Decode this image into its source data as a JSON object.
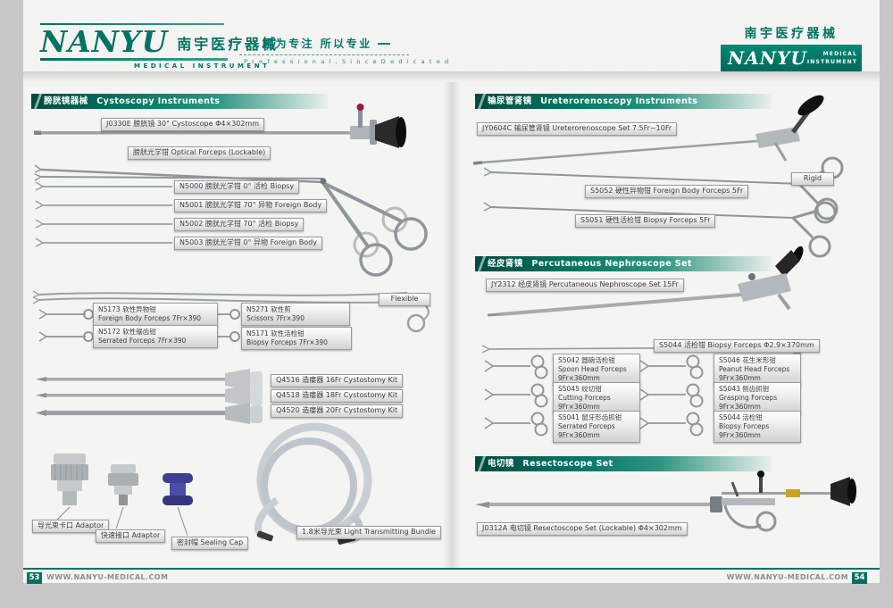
{
  "header": {
    "logo": {
      "name": "NANYU",
      "cn": "南宇医疗器械",
      "sub": "MEDICAL  INSTRUMENT"
    },
    "tagline": {
      "cn": "因为专注  所以专业",
      "en": "P r o f e s s i o n a l ,  S i n c e  D e d i c a t e d"
    },
    "brandblock": {
      "cn": "南宇医疗器械",
      "name": "NANYU",
      "sub1": "MEDICAL",
      "sub2": "INSTRUMENT"
    }
  },
  "left": {
    "section": {
      "cn": "膀胱镜器械",
      "en": "Cystoscopy Instruments"
    },
    "cystoscope_label": "J0330E 膀胱镜 30°  Cystoscope  Φ4×302mm",
    "optical_label": "膀胱光学钳 Optical Forceps (Lockable)",
    "optical_items": [
      "N5000 膀胱光学钳 0°  活检 Biopsy",
      "N5001 膀胱光学钳 70°  异物 Foreign Body",
      "N5002 膀胱光学钳 70°  活检 Biopsy",
      "N5003 膀胱光学钳 0°  异物 Foreign Body"
    ],
    "flexible_tag": "Flexible",
    "flex_items": [
      {
        "l1": "N5173 软性异物钳",
        "l2": "Foreign Body Forceps 7Fr×390"
      },
      {
        "l1": "N5271 软性剪",
        "l2": "Scissors 7Fr×390"
      },
      {
        "l1": "N5172 软性锯齿钳",
        "l2": "Serrated Forceps 7Fr×390"
      },
      {
        "l1": "N5171 软性活检钳",
        "l2": "Biopsy Forceps 7Fr×390"
      }
    ],
    "cystostomy_items": [
      "Q4516 造瘘器 16Fr Cystostomy Kit",
      "Q4518 造瘘器 18Fr Cystostomy Kit",
      "Q4520 造瘘器 20Fr Cystostomy Kit"
    ],
    "accessories": [
      "导光束卡口 Adaptor",
      "快速接口 Adaptor",
      "密封帽 Sealing Cap",
      "1.8米导光束  Light Transmitting Bundle"
    ]
  },
  "right": {
    "section1": {
      "cn": "输尿管肾镜",
      "en": "Ureterorenoscopy Instruments"
    },
    "uretero_label": "JY0604C 输尿管肾镜 Ureterorenoscope Set 7.5Fr~10Fr",
    "rigid_tag": "Rigid",
    "rigid_items": [
      "S5052 硬性异物钳 Foreign Body Forceps 5Fr",
      "S5051 硬性活检钳 Biopsy Forceps 5Fr"
    ],
    "section2": {
      "cn": "经皮肾镜",
      "en": "Percutaneous Nephroscope Set"
    },
    "nephro_label": "JY2312 经皮肾镜 Percutaneous Nephroscope Set 15Fr",
    "nephro_biopsy_label": "S5044 活检钳 Biopsy Forceps Φ2.9×370mm",
    "grid": [
      {
        "l1": "S5042 圆碗活检钳",
        "l2": "Spoon Head Forceps",
        "l3": "9Fr×360mm"
      },
      {
        "l1": "S5046 花生米形钳",
        "l2": "Peanut Head Forceps",
        "l3": "9Fr×360mm"
      },
      {
        "l1": "S5045 绞切钳",
        "l2": "Cutting Forceps",
        "l3": "9Fr×360mm"
      },
      {
        "l1": "S5043 侧齿抓钳",
        "l2": "Grasping Forceps",
        "l3": "9Fr×360mm"
      },
      {
        "l1": "S5041 鼠牙形齿抓钳",
        "l2": "Serrated Forceps",
        "l3": "9Fr×360mm"
      },
      {
        "l1": "S5044 活检钳",
        "l2": "Biopsy Forceps",
        "l3": "9Fr×360mm"
      }
    ],
    "section3": {
      "cn": "电切镜",
      "en": "Resectoscope Set"
    },
    "resecto_label": "J0312A 电切镜 Resectoscope Set (Lockable)  Φ4×302mm"
  },
  "footer": {
    "left_num": "53",
    "right_num": "54",
    "site": "WWW.NANYU-MEDICAL.COM"
  },
  "colors": {
    "teal": "#007262",
    "teal_light": "#3da28e",
    "label_border": "#9c9c9c"
  }
}
